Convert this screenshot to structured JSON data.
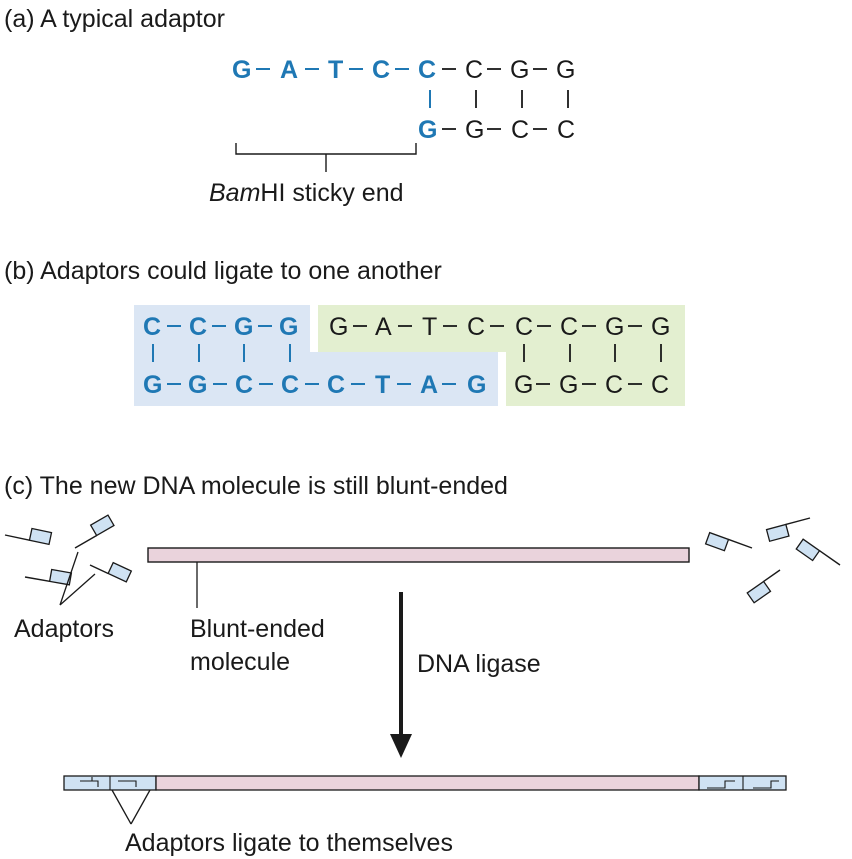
{
  "panel_a": {
    "title": "(a) A typical adaptor",
    "top_strand": [
      "G",
      "A",
      "T",
      "C",
      "C",
      "C",
      "G",
      "G"
    ],
    "bottom_strand": [
      "G",
      "G",
      "C",
      "C"
    ],
    "sticky_end_italic": "Bam",
    "sticky_end_rest": "HI sticky end"
  },
  "panel_b": {
    "title": "(b) Adaptors could ligate to one another",
    "left_top": [
      "C",
      "C",
      "G",
      "G"
    ],
    "left_bottom": [
      "G",
      "G",
      "C",
      "C",
      "C",
      "T",
      "A",
      "G"
    ],
    "right_top": [
      "G",
      "A",
      "T",
      "C",
      "C",
      "C",
      "G",
      "G"
    ],
    "right_bottom": [
      "G",
      "G",
      "C",
      "C"
    ]
  },
  "panel_c": {
    "title": "(c) The new DNA molecule is still blunt-ended",
    "adaptors_label": "Adaptors",
    "blunt_label_1": "Blunt-ended",
    "blunt_label_2": "molecule",
    "ligase_label": "DNA ligase",
    "self_ligate_label": "Adaptors ligate to themselves"
  },
  "colors": {
    "blue_strand": "#1f78b4",
    "blue_box": "#dbe6f4",
    "green_box": "#e3efd0",
    "molecule_fill": "#ead3dc",
    "adaptor_fill": "#cfe2f3"
  }
}
